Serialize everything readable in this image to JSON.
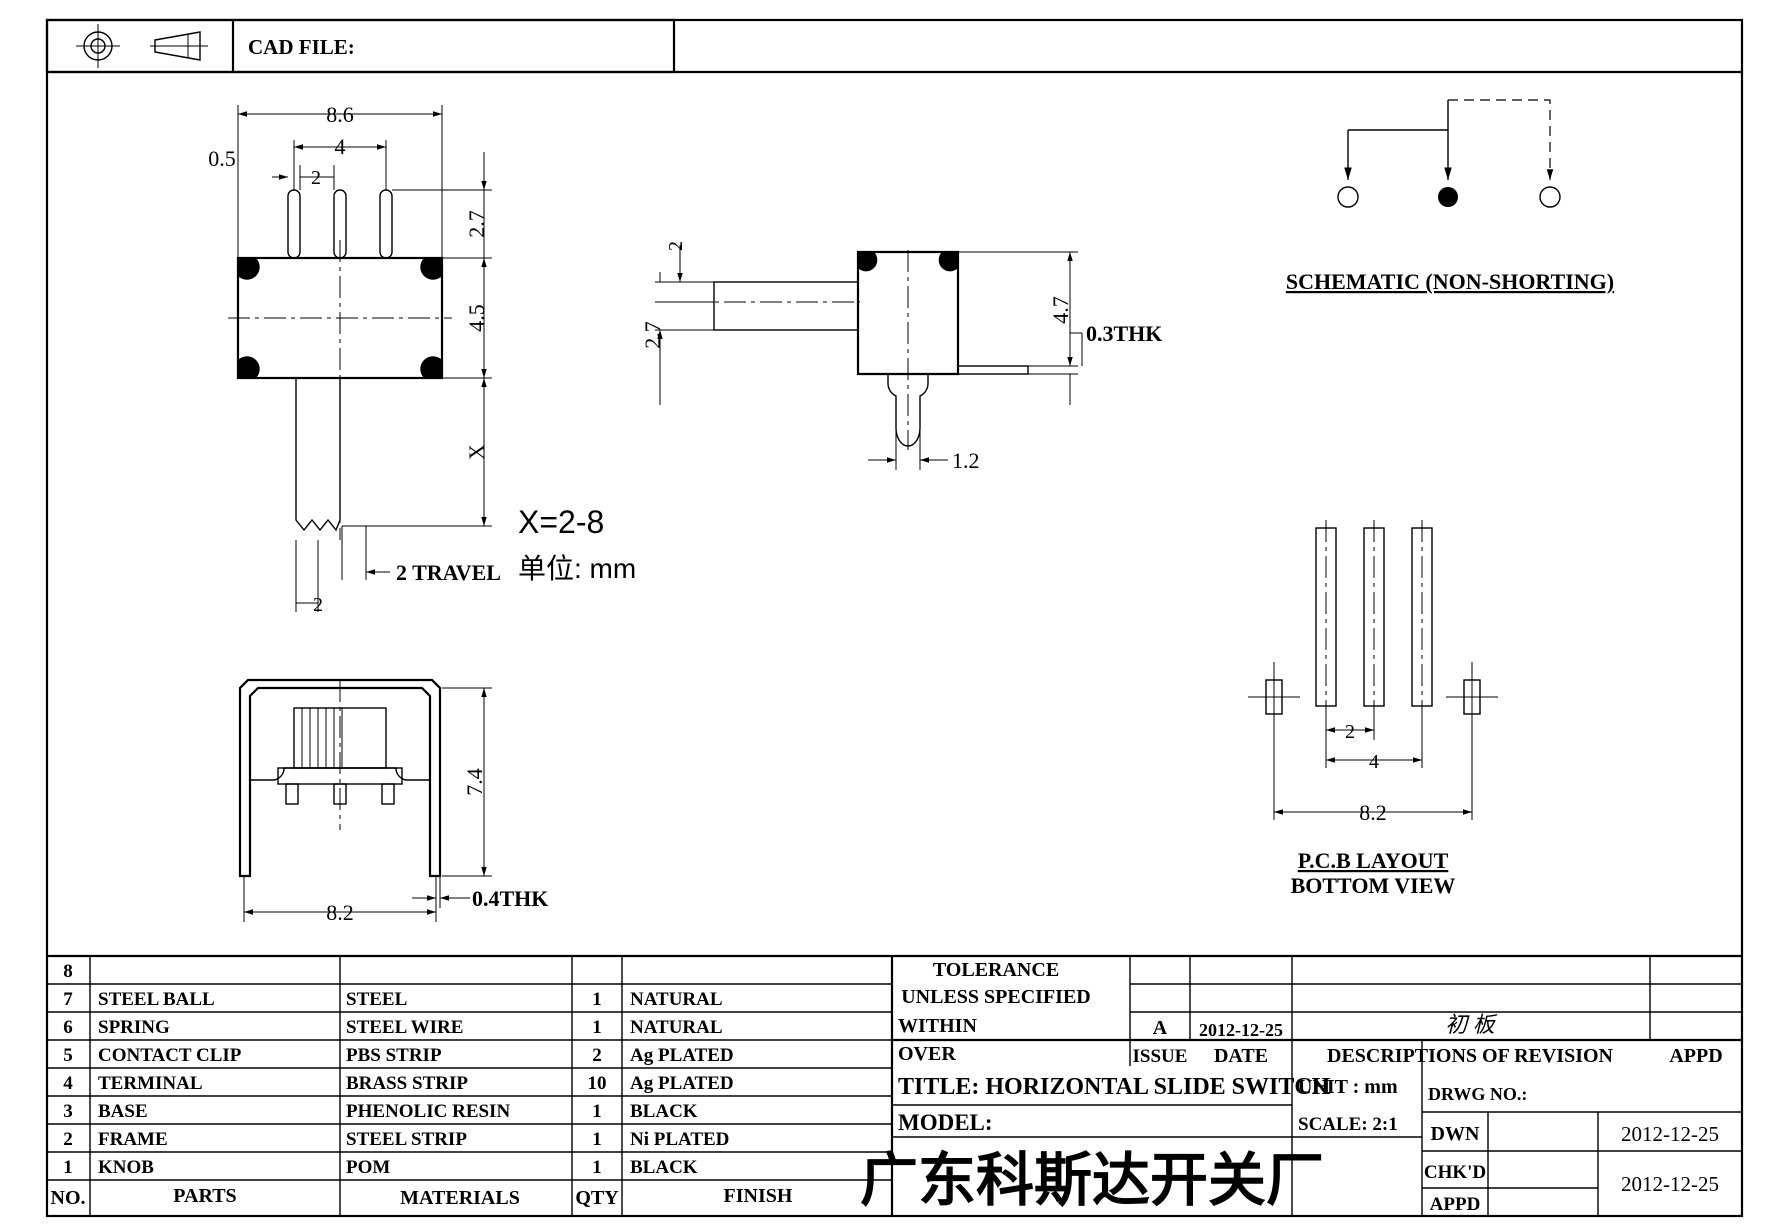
{
  "header": {
    "cad_file_label": "CAD FILE:"
  },
  "top_view": {
    "dim_width": "8.6",
    "dim_pin_span": "4",
    "dim_pin_pitch": "2",
    "dim_pin_width": "0.5",
    "dim_pin_height": "2.7",
    "dim_body_height": "4.5",
    "dim_x": "X",
    "dim_knob_width": "2",
    "travel": "2 TRAVEL",
    "x_range": "X=2-8",
    "unit_note": "单位: mm"
  },
  "side_view": {
    "dim_knob_offset": "2",
    "dim_knob_height": "2.7",
    "dim_body": "4.7",
    "dim_thk": "0.3THK",
    "dim_leg": "1.2"
  },
  "schematic": {
    "label": "SCHEMATIC (NON-SHORTING)"
  },
  "front_view": {
    "dim_height": "7.4",
    "dim_width": "8.2",
    "dim_thk": "0.4THK"
  },
  "pcb": {
    "dim_pitch": "2",
    "dim_span": "4",
    "dim_width": "8.2",
    "label1": "P.C.B LAYOUT",
    "label2": "BOTTOM VIEW"
  },
  "bom": {
    "rows": [
      {
        "no": "8",
        "part": "",
        "material": "",
        "qty": "",
        "finish": ""
      },
      {
        "no": "7",
        "part": "STEEL BALL",
        "material": "STEEL",
        "qty": "1",
        "finish": "NATURAL"
      },
      {
        "no": "6",
        "part": "SPRING",
        "material": "STEEL WIRE",
        "qty": "1",
        "finish": "NATURAL"
      },
      {
        "no": "5",
        "part": "CONTACT CLIP",
        "material": "PBS STRIP",
        "qty": "2",
        "finish": "Ag PLATED"
      },
      {
        "no": "4",
        "part": "TERMINAL",
        "material": "BRASS STRIP",
        "qty": "10",
        "finish": "Ag PLATED"
      },
      {
        "no": "3",
        "part": "BASE",
        "material": "PHENOLIC RESIN",
        "qty": "1",
        "finish": "BLACK"
      },
      {
        "no": "2",
        "part": "FRAME",
        "material": "STEEL STRIP",
        "qty": "1",
        "finish": "Ni PLATED"
      },
      {
        "no": "1",
        "part": "KNOB",
        "material": "POM",
        "qty": "1",
        "finish": "BLACK"
      }
    ],
    "headers": {
      "no": "NO.",
      "part": "PARTS",
      "material": "MATERIALS",
      "qty": "QTY",
      "finish": "FINISH"
    }
  },
  "title_block": {
    "tolerance": "TOLERANCE",
    "unless_specified": "UNLESS   SPECIFIED",
    "within": "WITHIN",
    "over": "OVER",
    "issue_value": "A",
    "issue_date": "2012-12-25",
    "revision_note": "初 板",
    "issue_label": "ISSUE",
    "date_label": "DATE",
    "descriptions_label": "DESCRIPTIONS  OF  REVISION",
    "appd_label": "APPD",
    "title": "TITLE:  HORIZONTAL  SLIDE  SWITCH",
    "unit": "UNIT : mm",
    "drwg_no": "DRWG NO.:",
    "model": "MODEL:",
    "scale": "SCALE:  2:1",
    "dwn": "DWN",
    "dwn_date": "2012-12-25",
    "company": "广东科斯达开关厂",
    "chkd": "CHK'D",
    "appd": "APPD",
    "chkd_date": "2012-12-25"
  }
}
